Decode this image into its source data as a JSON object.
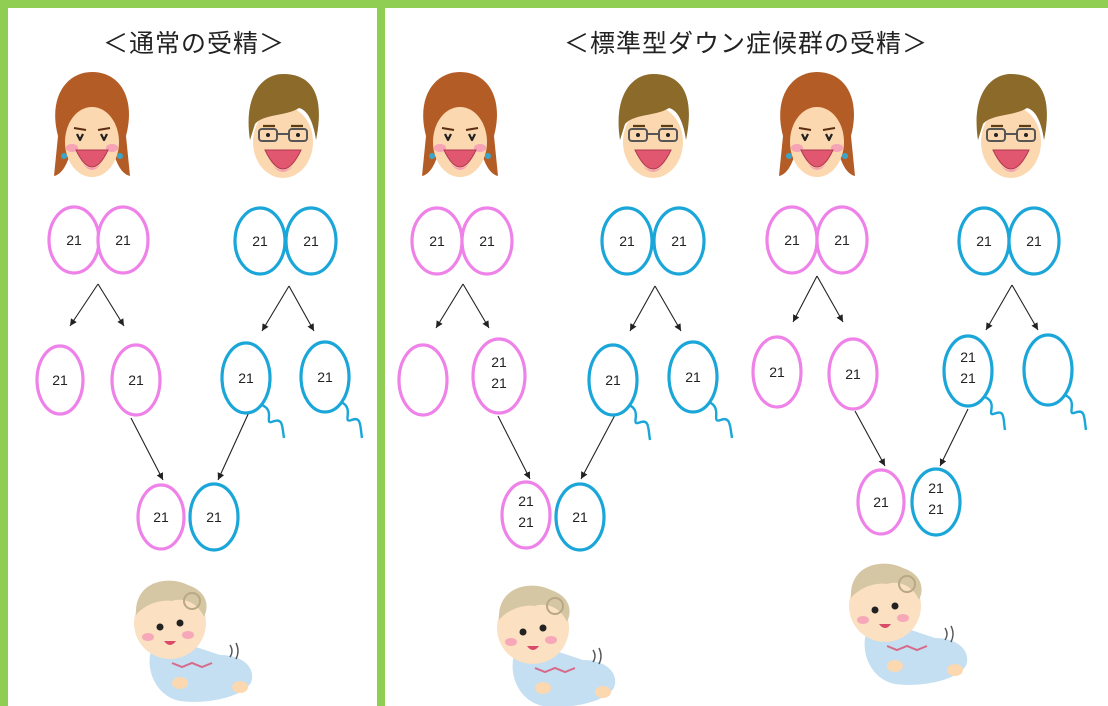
{
  "panels": {
    "normal": {
      "title": "＜通常の受精＞"
    },
    "down": {
      "title": "＜標準型ダウン症候群の受精＞"
    }
  },
  "chromosome": "21",
  "colors": {
    "frame": "#8fce52",
    "mother": "#ee82e8",
    "father": "#1aa6d8"
  },
  "icons": {
    "mother": "mother-face-icon",
    "father": "father-face-icon",
    "baby": "crawling-baby-icon"
  }
}
